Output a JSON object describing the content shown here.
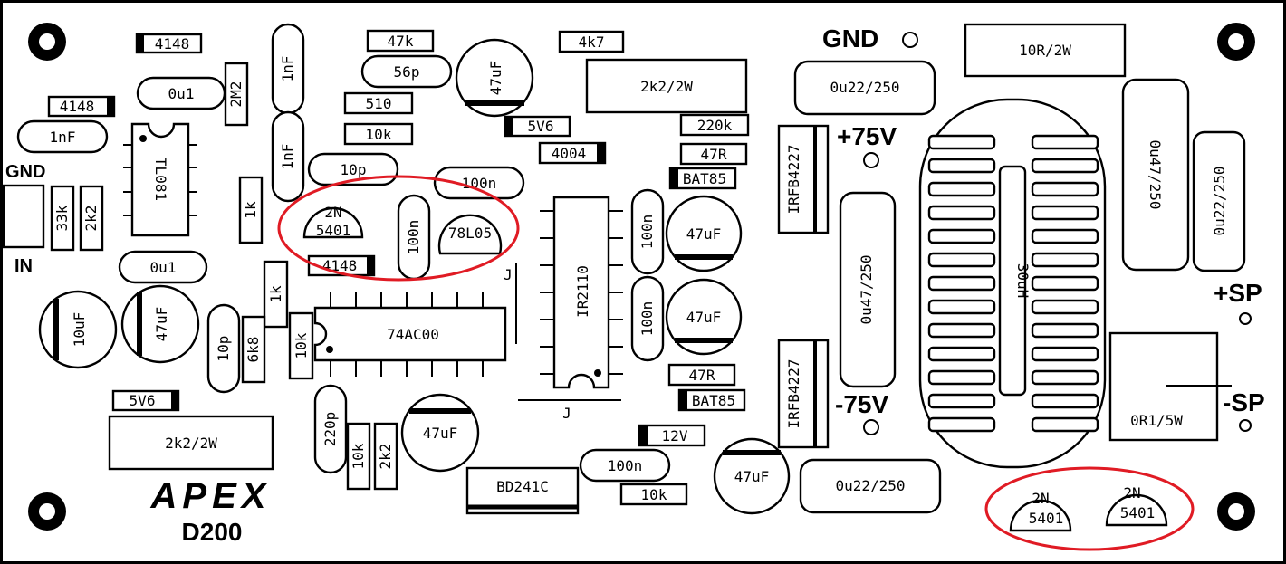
{
  "board": {
    "logo": "APEX",
    "model": "D200",
    "accent_color": "#e01b24"
  },
  "connections": {
    "gnd_input": "GND",
    "input": "IN",
    "gnd_power": "GND",
    "pos_supply": "+75V",
    "neg_supply": "-75V",
    "speaker_pos": "+SP",
    "speaker_neg": "-SP"
  },
  "components": {
    "d_4148_top": "4148",
    "d_4148_left": "4148",
    "d_4148_mid": "4148",
    "c_0u1_top": "0u1",
    "c_0u1_bottom": "0u1",
    "r_2m2": "2M2",
    "c_1nf_left": "1nF",
    "c_1nf_v1": "1nF",
    "c_1nf_v2": "1nF",
    "ic_tl081": "TL081",
    "r_33k": "33k",
    "r_2k2_in": "2k2",
    "r_1k_a": "1k",
    "r_1k_b": "1k",
    "r_47k": "47k",
    "c_56p": "56p",
    "r_510": "510",
    "r_10k_a": "10k",
    "c_10p_a": "10p",
    "q_2n5401_a_l1": "2N",
    "q_2n5401_a_l2": "5401",
    "c_100n_v": "100n",
    "reg_78l05": "78L05",
    "c_100n_top": "100n",
    "c_47uf_top": "47uF",
    "d_5v6_top": "5V6",
    "d_4004": "4004",
    "r_4k7": "4k7",
    "r_2k2_2w_top": "2k2/2W",
    "r_220k": "220k",
    "r_47r_top": "47R",
    "d_bat85_top": "BAT85",
    "ic_ir2110": "IR2110",
    "c_100n_b1": "100n",
    "c_100n_b2": "100n",
    "c_47uf_b1": "47uF",
    "c_47uf_b2": "47uF",
    "r_47r_bot": "47R",
    "d_bat85_bot": "BAT85",
    "c_10uf": "10uF",
    "c_47uf_left": "47uF",
    "c_10p_b": "10p",
    "r_6k8": "6k8",
    "r_10k_b": "10k",
    "ic_74ac00": "74AC00",
    "jumper_1": "J",
    "jumper_2": "J",
    "d_5v6_bot": "5V6",
    "r_2k2_2w_bot": "2k2/2W",
    "c_220p": "220p",
    "r_10k_c": "10k",
    "r_2k2_c": "2k2",
    "c_47uf_mid": "47uF",
    "d_12v": "12V",
    "c_100n_bot": "100n",
    "r_10k_d": "10k",
    "q_bd241c": "BD241C",
    "c_47uf_right": "47uF",
    "c_0u22_250_top": "0u22/250",
    "c_0u22_250_bot": "0u22/250",
    "c_0u22_250_right": "0u22/250",
    "q_irfb4227_top": "IRFB4227",
    "q_irfb4227_bot": "IRFB4227",
    "c_0u47_250_mid": "0u47/250",
    "c_0u47_250_right": "0u47/250",
    "l_30uh": "30uH",
    "r_10r_2w": "10R/2W",
    "r_0r1_5w": "0R1/5W",
    "q_2n5401_b_l1": "2N",
    "q_2n5401_b_l2": "5401",
    "q_2n5401_c_l1": "2N",
    "q_2n5401_c_l2": "5401"
  }
}
